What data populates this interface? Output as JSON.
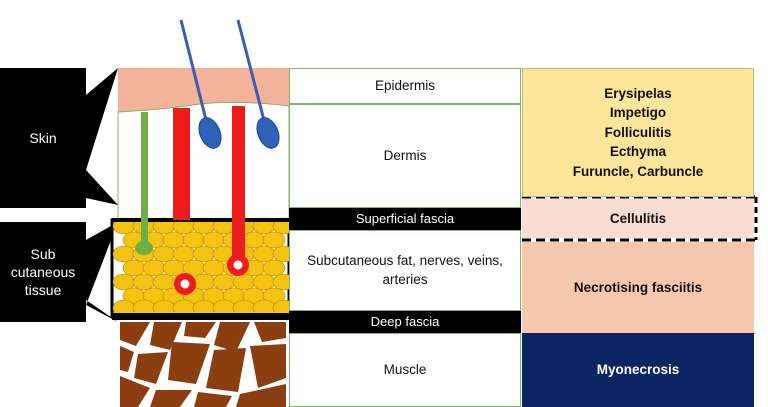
{
  "callouts": {
    "skin": "Skin",
    "subcutaneous": [
      "Sub",
      "cutaneous",
      "tissue"
    ]
  },
  "layers": {
    "epidermis": "Epidermis",
    "dermis": "Dermis",
    "superficial_fascia": "Superficial fascia",
    "subcutaneous": "Subcutaneous fat, nerves, veins, arteries",
    "deep_fascia": "Deep fascia",
    "muscle": "Muscle"
  },
  "infections": {
    "skin": [
      "Erysipelas",
      "Impetigo",
      "Folliculitis",
      "Ecthyma",
      "Furuncle, Carbuncle"
    ],
    "cellulitis": "Cellulitis",
    "necrotising": "Necrotising fasciitis",
    "myonecrosis": "Myonecrosis"
  },
  "colors": {
    "skin_zone": "#fde69a",
    "cellulitis_zone": "#fadcd2",
    "necrotising_zone": "#f6c8ad",
    "myonecrosis_zone": "#0b2464",
    "epidermis": "#f3b39b",
    "fat": "#f4c211",
    "muscle": "#8b3f10",
    "vessel": "#ef1c1c",
    "nerve": "#70ad47",
    "hair": "#3b5fb0"
  }
}
